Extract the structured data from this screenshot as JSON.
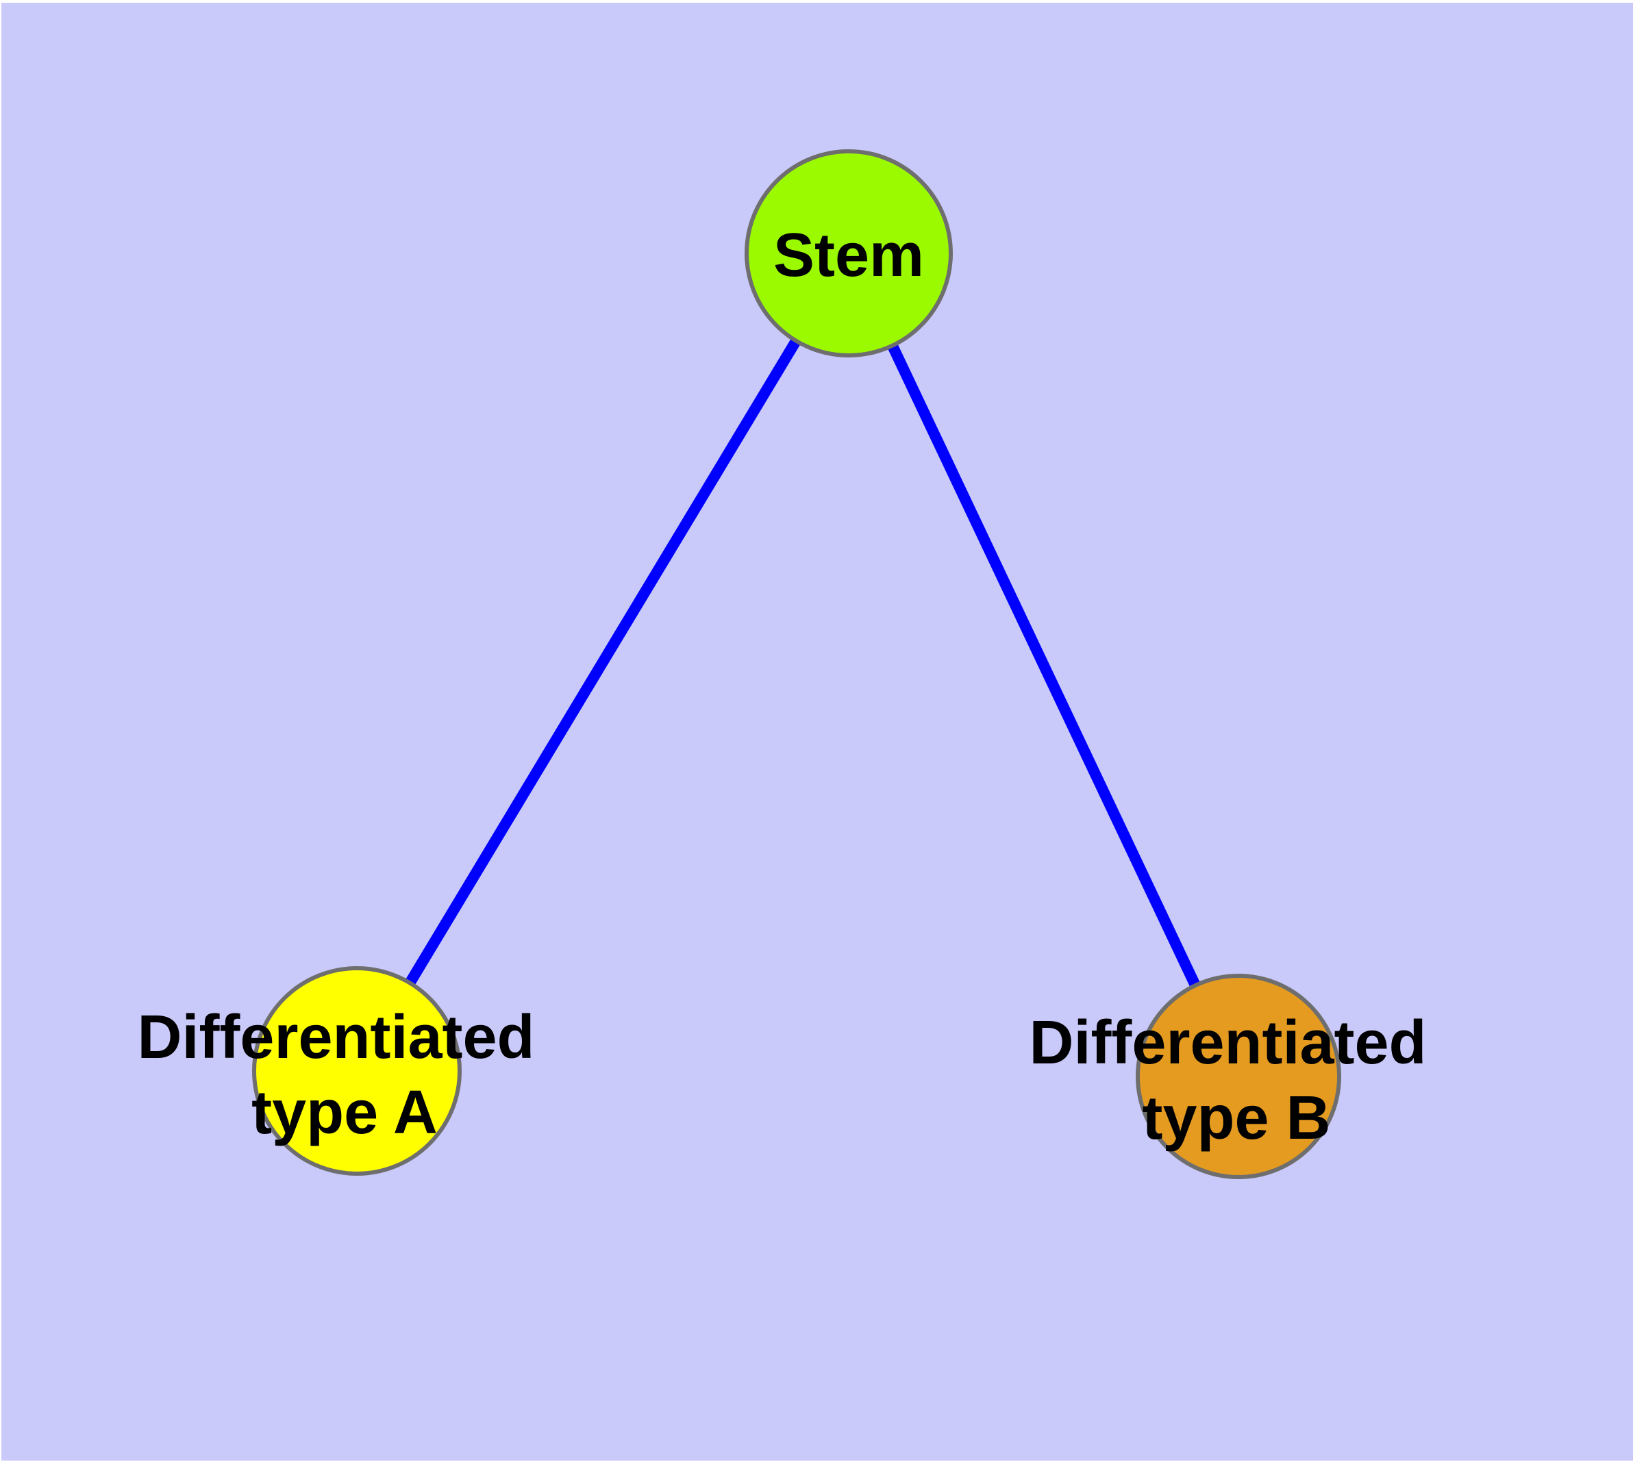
{
  "diagram": {
    "type": "node-link-graph",
    "background_color": "#c9c9fa",
    "edge_color": "#0000ff",
    "node_border_color": "#6e6e6e",
    "label_color": "#000000",
    "nodes": [
      {
        "id": "stem",
        "label": "Stem",
        "lines": [
          "Stem"
        ],
        "fill": "#9bfa00"
      },
      {
        "id": "differentiated-type-a",
        "label": "Differentiated type A",
        "lines": [
          "Differentiated",
          "type A"
        ],
        "fill": "#ffff00"
      },
      {
        "id": "differentiated-type-b",
        "label": "Differentiated type B",
        "lines": [
          "Differentiated",
          "type B"
        ],
        "fill": "#e59b20"
      }
    ],
    "edges": [
      {
        "from": "Stem",
        "to": "Differentiated type A"
      },
      {
        "from": "Stem",
        "to": "Differentiated type B"
      }
    ]
  }
}
